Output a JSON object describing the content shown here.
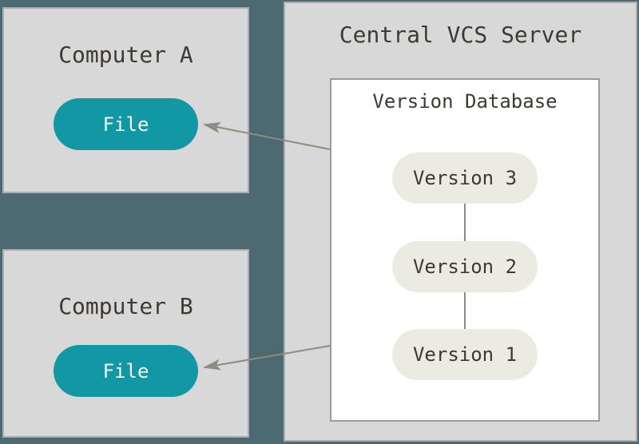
{
  "diagram": {
    "background_color": "#4d6a73",
    "panel_fill": "#d8d8d8",
    "panel_border": "#aeaeae",
    "database_fill": "#ffffff",
    "database_border": "#9b9b9b",
    "file_pill_color": "#1297a5",
    "version_pill_color": "#ecebe2",
    "text_color": "#3e3933",
    "arrow_color": "#8f8a82"
  },
  "computer_a": {
    "title": "Computer A",
    "file_label": "File"
  },
  "computer_b": {
    "title": "Computer B",
    "file_label": "File"
  },
  "server": {
    "title": "Central VCS Server",
    "database": {
      "title": "Version Database",
      "versions": [
        "Version 3",
        "Version 2",
        "Version 1"
      ]
    }
  }
}
